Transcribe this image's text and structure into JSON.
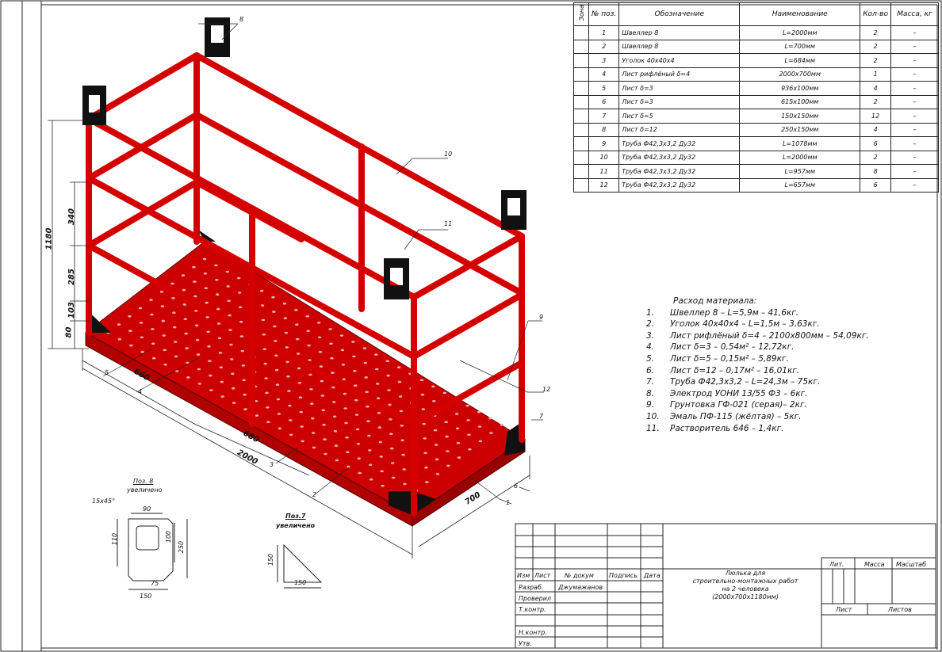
{
  "spec_table": {
    "headers": {
      "zone": "Зона",
      "pos": "№ поз.",
      "designation": "Обозначение",
      "name": "Наименование",
      "qty": "Кол-во",
      "mass": "Масса, кг"
    },
    "rows": [
      {
        "pos": "1",
        "designation": "Швеллер 8",
        "name": "L=2000мм",
        "qty": "2",
        "mass": "–"
      },
      {
        "pos": "2",
        "designation": "Швеллер 8",
        "name": "L=700мм",
        "qty": "2",
        "mass": "–"
      },
      {
        "pos": "3",
        "designation": "Уголок 40х40х4",
        "name": "L=684мм",
        "qty": "2",
        "mass": "–"
      },
      {
        "pos": "4",
        "designation": "Лист рифлёный δ=4",
        "name": "2000х700мм",
        "qty": "1",
        "mass": "–"
      },
      {
        "pos": "5",
        "designation": "Лист δ=3",
        "name": "936х100мм",
        "qty": "4",
        "mass": "–"
      },
      {
        "pos": "6",
        "designation": "Лист δ=3",
        "name": "615х100мм",
        "qty": "2",
        "mass": "–"
      },
      {
        "pos": "7",
        "designation": "Лист δ=5",
        "name": "150х150мм",
        "qty": "12",
        "mass": "–"
      },
      {
        "pos": "8",
        "designation": "Лист δ=12",
        "name": "250х150мм",
        "qty": "4",
        "mass": "–"
      },
      {
        "pos": "9",
        "designation": "Труба Ф42,3х3,2    Ду32",
        "name": "L=1078мм",
        "qty": "6",
        "mass": "–"
      },
      {
        "pos": "10",
        "designation": "Труба Ф42,3х3,2    Ду32",
        "name": "L=2000мм",
        "qty": "2",
        "mass": "–"
      },
      {
        "pos": "11",
        "designation": "Труба Ф42,3х3,2    Ду32",
        "name": "L=957мм",
        "qty": "8",
        "mass": "–"
      },
      {
        "pos": "12",
        "designation": "Труба Ф42,3х3,2    Ду32",
        "name": "L=657мм",
        "qty": "6",
        "mass": "–"
      }
    ]
  },
  "materials": {
    "title": "Расход материала:",
    "items": [
      {
        "n": "1.",
        "text": "Швеллер 8 – L=5,9м – 41,6кг."
      },
      {
        "n": "2.",
        "text": "Уголок 40х40х4 – L=1,5м – 3,63кг."
      },
      {
        "n": "3.",
        "text": "Лист рифлёный δ=4 – 2100х800мм – 54,09кг."
      },
      {
        "n": "4.",
        "text": "Лист δ=3 – 0,54м² – 12,72кг."
      },
      {
        "n": "5.",
        "text": "Лист δ=5 – 0,15м² – 5,89кг."
      },
      {
        "n": "6.",
        "text": "Лист δ=12 – 0,17м² – 16,01кг."
      },
      {
        "n": "7.",
        "text": "Труба Ф42,3х3,2 – L=24,3м – 75кг."
      },
      {
        "n": "8.",
        "text": "Электрод УОНИ 13/55 Ф3 – 6кг."
      },
      {
        "n": "9.",
        "text": "Грунтовка ГФ-021 (серая)– 2кг."
      },
      {
        "n": "10.",
        "text": "Эмаль ПФ-115 (жёлтая) – 5кг."
      },
      {
        "n": "11.",
        "text": "Растворитель 646 – 1,4кг."
      }
    ]
  },
  "title_block": {
    "izm": "Изм",
    "list": "Лист",
    "doc_no": "№ докум",
    "signature": "Подпись",
    "date": "Дата",
    "developed": "Разраб.",
    "developer": "Джумажанов",
    "checked": "Проверил",
    "tcontrol": "Т.контр.",
    "ncontrol": "Н.контр.",
    "approved": "Утв.",
    "title_lines": [
      "Люлька для",
      "строительно-монтажных работ",
      "на 2 человека",
      "(2000х700х1180мм)"
    ],
    "lit": "Лит.",
    "massa": "Масса",
    "scale": "Масштаб",
    "sheet": "Лист",
    "sheets": "Листов"
  },
  "dimensions": {
    "d1180": "1180",
    "d340": "340",
    "d285": "285",
    "d103": "103",
    "d80": "80",
    "d660": "660",
    "d680": "680",
    "d2000": "2000",
    "d700": "700"
  },
  "callouts": [
    "1",
    "2",
    "3",
    "4",
    "5",
    "6",
    "7",
    "8",
    "9",
    "10",
    "11",
    "12"
  ],
  "detail8": {
    "title": "Поз. 8",
    "subtitle": "увеличено",
    "chamfer": "15х45°",
    "d90": "90",
    "d110": "110",
    "d100": "100",
    "d250": "250",
    "d75": "75",
    "d150": "150"
  },
  "detail7": {
    "title": "Поз.7",
    "subtitle": "увеличено",
    "d150v": "150",
    "d150h": "150"
  },
  "colors": {
    "frame": "#d40000",
    "frame_dark": "#7a0000",
    "floor": "#c80000",
    "plate": "#1a1a1a"
  }
}
